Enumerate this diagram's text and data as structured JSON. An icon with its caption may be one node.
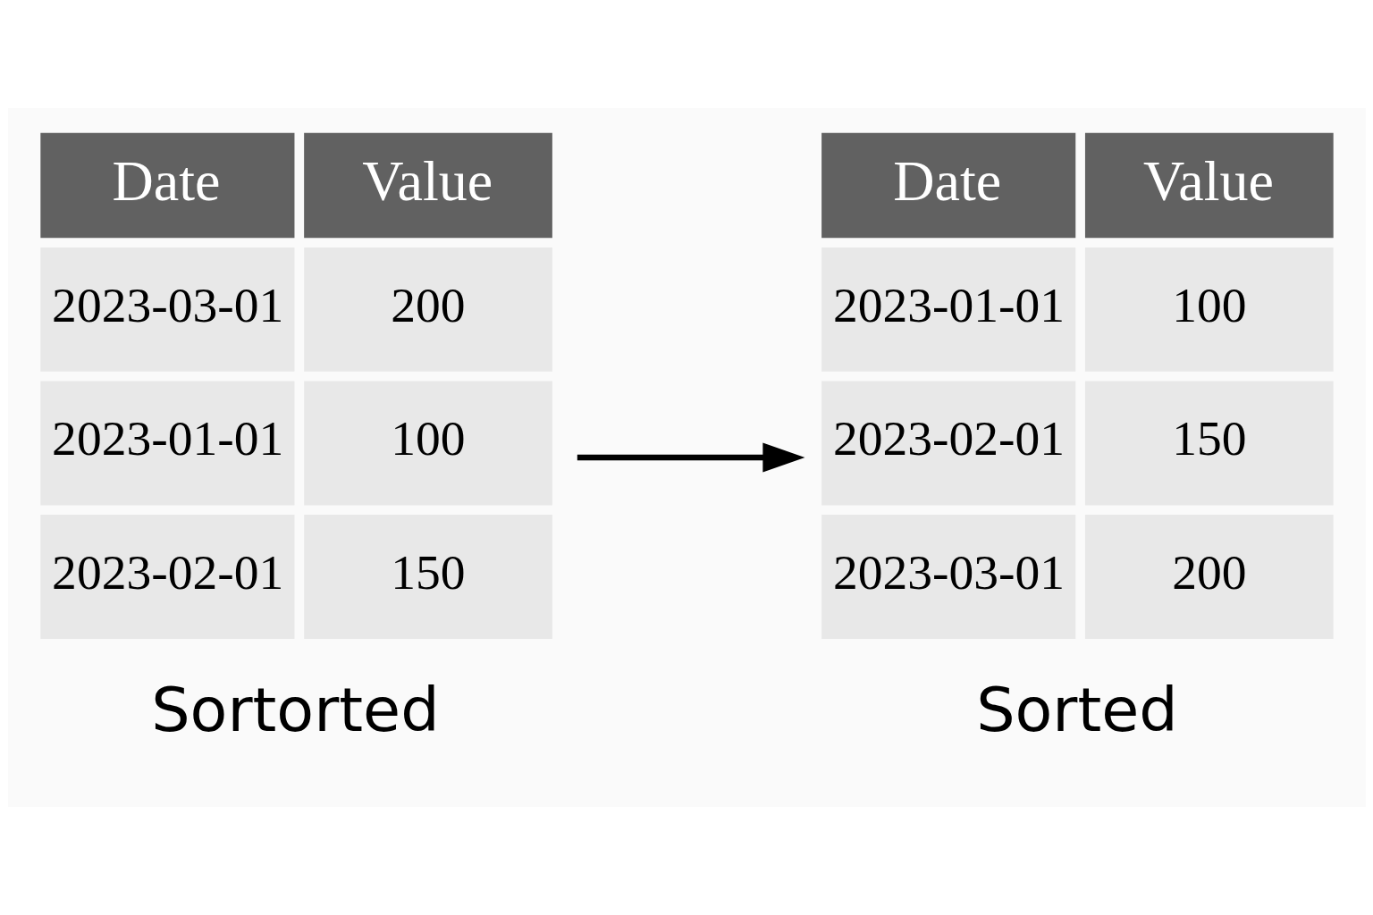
{
  "diagram": {
    "nodes": [
      {
        "text": [
          "Date",
          "Value",
          "2023-03-01",
          "200",
          "2023-01-01",
          "100",
          "2023-02-01",
          "150"
        ],
        "beside": [
          "Sortorted"
        ]
      },
      {
        "text": [
          "Date",
          "Value",
          "2023-01-01",
          "100",
          "2023-02-01",
          "150",
          "2023-03-01",
          "200"
        ],
        "beside": [
          "Sorted"
        ]
      }
    ],
    "edges": [
      {
        "from": 0,
        "to": 1,
        "arrow": "to"
      }
    ]
  }
}
